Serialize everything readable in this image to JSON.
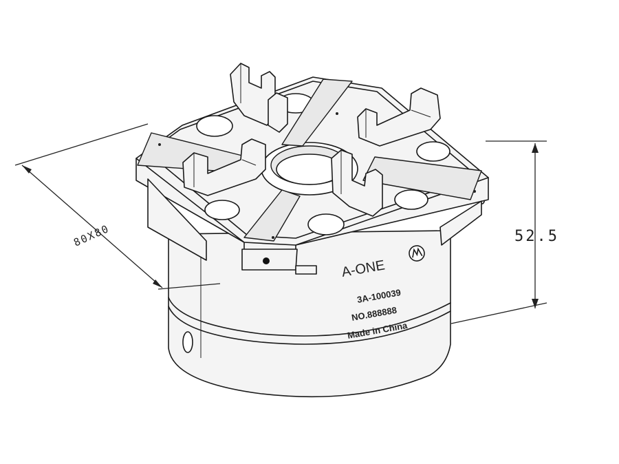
{
  "dimensions": {
    "height": "52.5",
    "footprint": "80X80"
  },
  "markings": {
    "brand": "A-ONE",
    "model": "3A-100039",
    "serial": "NO.888888",
    "origin": "Made in China"
  },
  "icons": {
    "logo": "a-one-logo-icon"
  }
}
